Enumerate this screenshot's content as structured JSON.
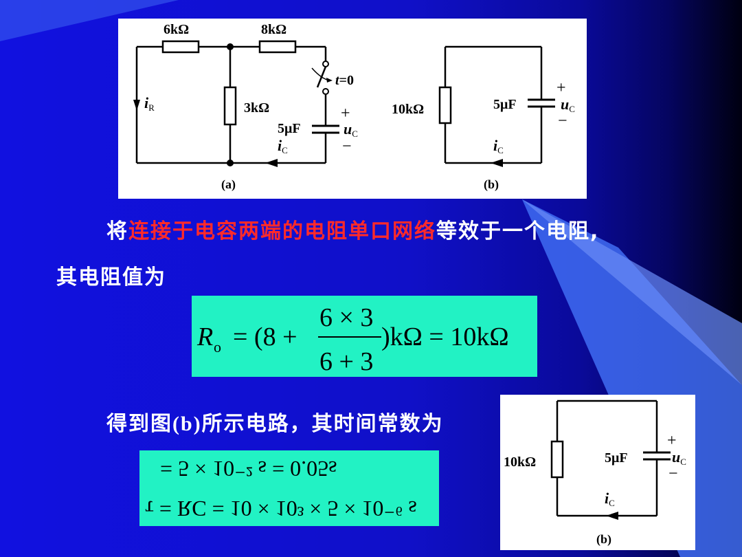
{
  "circuit_a": {
    "r1": "6kΩ",
    "r2": "8kΩ",
    "r3": "3kΩ",
    "switch_t": "t",
    "switch_eq": "=0",
    "ir_i": "i",
    "ir_sub": "R",
    "cap": "5μF",
    "plus": "+",
    "minus": "−",
    "uc_u": "u",
    "uc_sub": "C",
    "ic_i": "i",
    "ic_sub": "C",
    "caption": "(a)"
  },
  "circuit_b": {
    "r": "10kΩ",
    "cap": "5μF",
    "plus": "+",
    "minus": "−",
    "uc_u": "u",
    "uc_sub": "C",
    "ic_i": "i",
    "ic_sub": "C",
    "caption": "(b)"
  },
  "text": {
    "line1_pre": "将",
    "line1_highlight": "连接于电容两端的电阻单口网络",
    "line1_post": "等效于一个电阻,",
    "line2": "其电阻值为",
    "line3_pre": "得到图",
    "line3_b": "(b)",
    "line3_post": "所示电路，其时间常数为"
  },
  "formula": {
    "R": "R",
    "sub": "o",
    "eq1": "= (8 +",
    "numerator": "6 × 3",
    "denominator": "6 + 3",
    "rest": ")kΩ = 10kΩ"
  },
  "tau": {
    "line1": "τ = RC = 10 × 10³ × 5 × 10⁻⁶ s",
    "line2": "= 5 × 10⁻² s = 0.05s"
  },
  "circuit_b_small": {
    "r": "10kΩ",
    "cap": "5μF",
    "plus": "+",
    "minus": "−",
    "uc_u": "u",
    "uc_sub": "C",
    "ic_i": "i",
    "ic_sub": "C",
    "caption": "(b)"
  },
  "colors": {
    "highlight": "#ff2a2a",
    "formula_bg": "#22f2c4"
  }
}
